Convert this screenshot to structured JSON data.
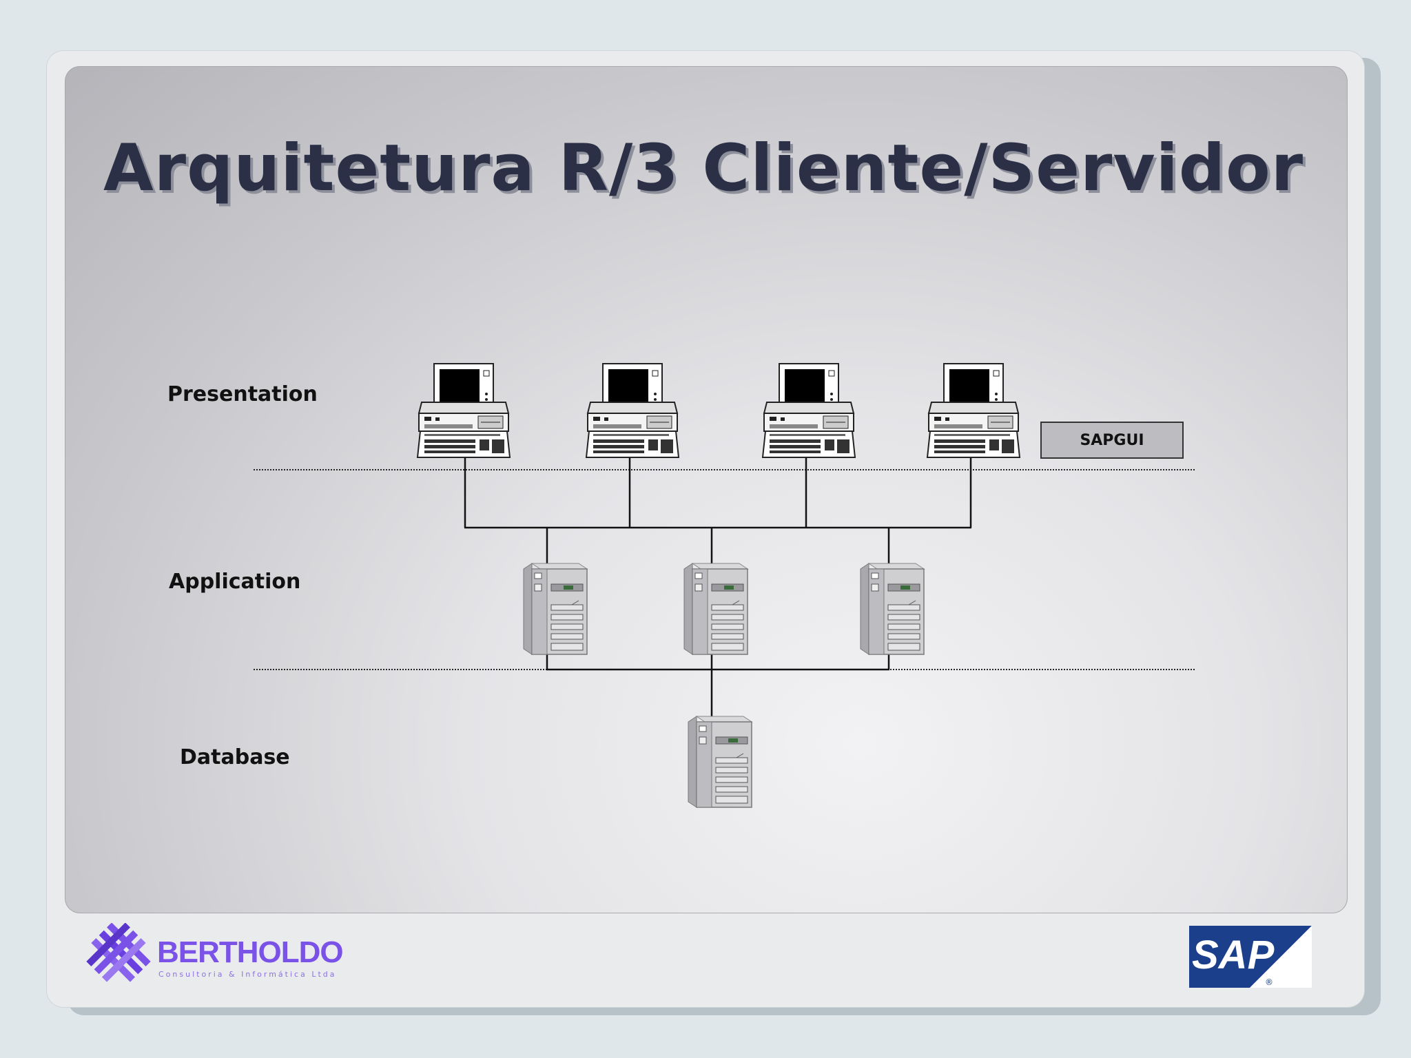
{
  "slide": {
    "title": "Arquitetura R/3 Cliente/Servidor"
  },
  "tiers": {
    "presentation": "Presentation",
    "application": "Application",
    "database": "Database"
  },
  "sapgui_label": "SAPGUI",
  "footer": {
    "company_name": "BERTHOLDO",
    "company_tagline": "Consultoria & Informática Ltda",
    "sap_logo_text": "SAP"
  },
  "colors": {
    "title": "#2b3046",
    "bertholdo_purple": "#7b52e8",
    "sap_blue": "#1b3f8b"
  }
}
